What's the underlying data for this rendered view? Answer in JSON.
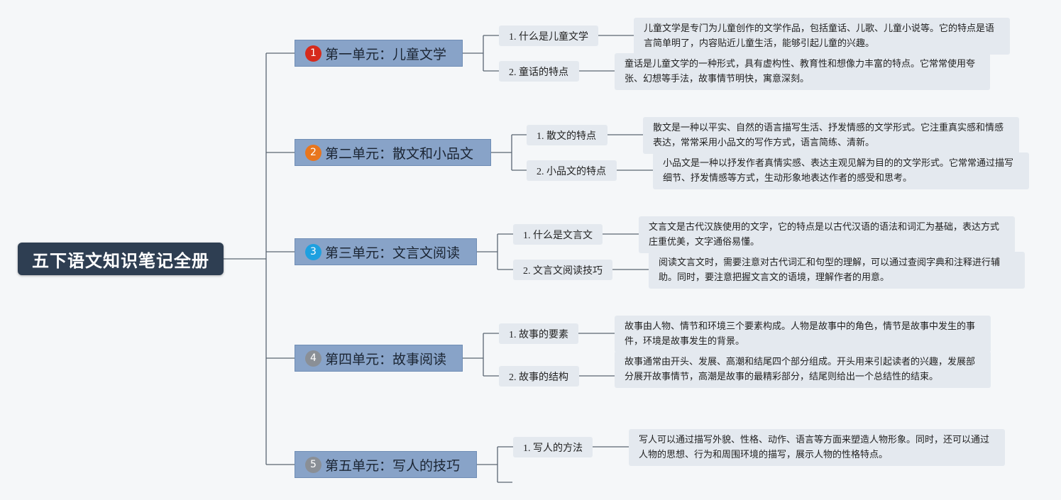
{
  "title": "五下语文知识笔记全册",
  "colors": {
    "root_bg": "#2e3e52",
    "unit_bg": "#88a3c8",
    "topic_bg": "#e4e9ef",
    "line": "#5a6572",
    "badges": [
      "#d62a1c",
      "#e8761e",
      "#1ea0e0",
      "#8a8f96",
      "#8a8f96"
    ]
  },
  "units": [
    {
      "badge": "1",
      "title": "第一单元：儿童文学",
      "topics": [
        {
          "label": "1. 什么是儿童文学",
          "desc": "儿童文学是专门为儿童创作的文学作品，包括童话、儿歌、儿童小说等。它的特点是语言简单明了，内容贴近儿童生活，能够引起儿童的兴趣。"
        },
        {
          "label": "2. 童话的特点",
          "desc": "童话是儿童文学的一种形式，具有虚构性、教育性和想像力丰富的特点。它常常使用夸张、幻想等手法，故事情节明快，寓意深刻。"
        }
      ]
    },
    {
      "badge": "2",
      "title": "第二单元：散文和小品文",
      "topics": [
        {
          "label": "1. 散文的特点",
          "desc": "散文是一种以平实、自然的语言描写生活、抒发情感的文学形式。它注重真实感和情感表达，常常采用小品文的写作方式，语言简练、清新。"
        },
        {
          "label": "2. 小品文的特点",
          "desc": "小品文是一种以抒发作者真情实感、表达主观见解为目的的文学形式。它常常通过描写细节、抒发情感等方式，生动形象地表达作者的感受和思考。"
        }
      ]
    },
    {
      "badge": "3",
      "title": "第三单元：文言文阅读",
      "topics": [
        {
          "label": "1. 什么是文言文",
          "desc": "文言文是古代汉族使用的文字，它的特点是以古代汉语的语法和词汇为基础，表达方式庄重优美，文字通俗易懂。"
        },
        {
          "label": "2. 文言文阅读技巧",
          "desc": "阅读文言文时，需要注意对古代词汇和句型的理解，可以通过查阅字典和注释进行辅助。同时，要注意把握文言文的语境，理解作者的用意。"
        }
      ]
    },
    {
      "badge": "4",
      "title": "第四单元：故事阅读",
      "topics": [
        {
          "label": "1. 故事的要素",
          "desc": "故事由人物、情节和环境三个要素构成。人物是故事中的角色，情节是故事中发生的事件，环境是故事发生的背景。"
        },
        {
          "label": "2. 故事的结构",
          "desc": "故事通常由开头、发展、高潮和结尾四个部分组成。开头用来引起读者的兴趣，发展部分展开故事情节，高潮是故事的最精彩部分，结尾则给出一个总结性的结束。"
        }
      ]
    },
    {
      "badge": "5",
      "title": "第五单元：写人的技巧",
      "topics": [
        {
          "label": "1. 写人的方法",
          "desc": "写人可以通过描写外貌、性格、动作、语言等方面来塑造人物形象。同时，还可以通过人物的思想、行为和周围环境的描写，展示人物的性格特点。"
        },
        {
          "label": "",
          "desc": ""
        }
      ]
    }
  ]
}
